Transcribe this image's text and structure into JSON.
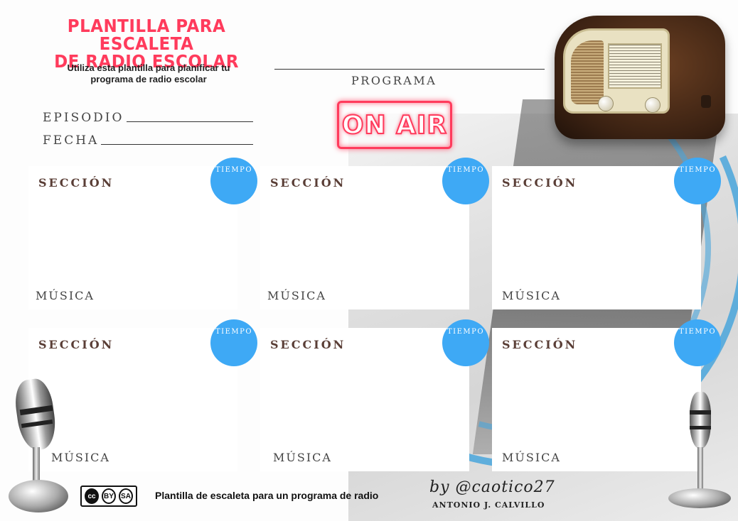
{
  "header": {
    "title_line1": "PLANTILLA PARA ESCALETA",
    "title_line2": "DE RADIO ESCOLAR",
    "subtitle_line1": "Utiliza esta plantilla para planificar tu",
    "subtitle_line2": "programa de radio escolar"
  },
  "fields": {
    "programa": "PROGRAMA",
    "episodio": "EPISODIO",
    "fecha": "FECHA"
  },
  "badge": {
    "on_air": "ON AIR"
  },
  "sections": [
    {
      "title": "SECCIÓN",
      "tiempo": "TIEMPO",
      "musica": "MÚSICA"
    },
    {
      "title": "SECCIÓN",
      "tiempo": "TIEMPO",
      "musica": "MÚSICA"
    },
    {
      "title": "SECCIÓN",
      "tiempo": "TIEMPO",
      "musica": "MÚSICA"
    },
    {
      "title": "SECCIÓN",
      "tiempo": "TIEMPO",
      "musica": "MÚSICA"
    },
    {
      "title": "SECCIÓN",
      "tiempo": "TIEMPO",
      "musica": "MÚSICA"
    },
    {
      "title": "SECCIÓN",
      "tiempo": "TIEMPO",
      "musica": "MÚSICA"
    }
  ],
  "footer": {
    "license": {
      "cc": "cc",
      "by": "BY",
      "sa": "SA"
    },
    "text": "Plantilla de escaleta para un programa de radio",
    "handle": "by @caotico27",
    "author": "ANTONIO J. CALVILLO"
  },
  "colors": {
    "title": "#ff3b5c",
    "tiempo_circle": "#3ea9f5",
    "section_title": "#5a3e36"
  },
  "icons": [
    "radio-icon",
    "microphone-icon",
    "creative-commons-icon"
  ]
}
